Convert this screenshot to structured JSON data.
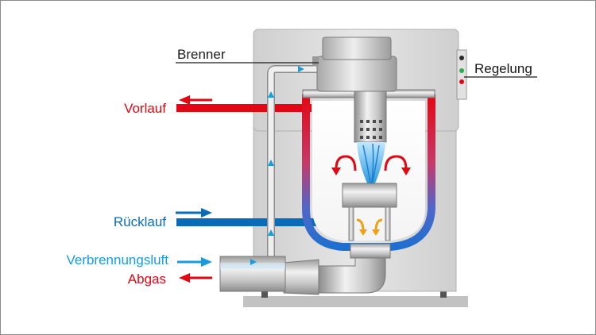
{
  "labels": {
    "brenner": "Brenner",
    "regelung": "Regelung",
    "vorlauf": "Vorlauf",
    "ruecklauf": "Rücklauf",
    "verbrennungsluft": "Verbrennungsluft",
    "abgas": "Abgas"
  },
  "colors": {
    "vorlauf": "#e30613",
    "ruecklauf": "#0a6bb8",
    "verbrennungsluft": "#1a9be0",
    "abgas": "#e30613",
    "text": "#1a1a1a",
    "housing": "#d8d8d8"
  }
}
